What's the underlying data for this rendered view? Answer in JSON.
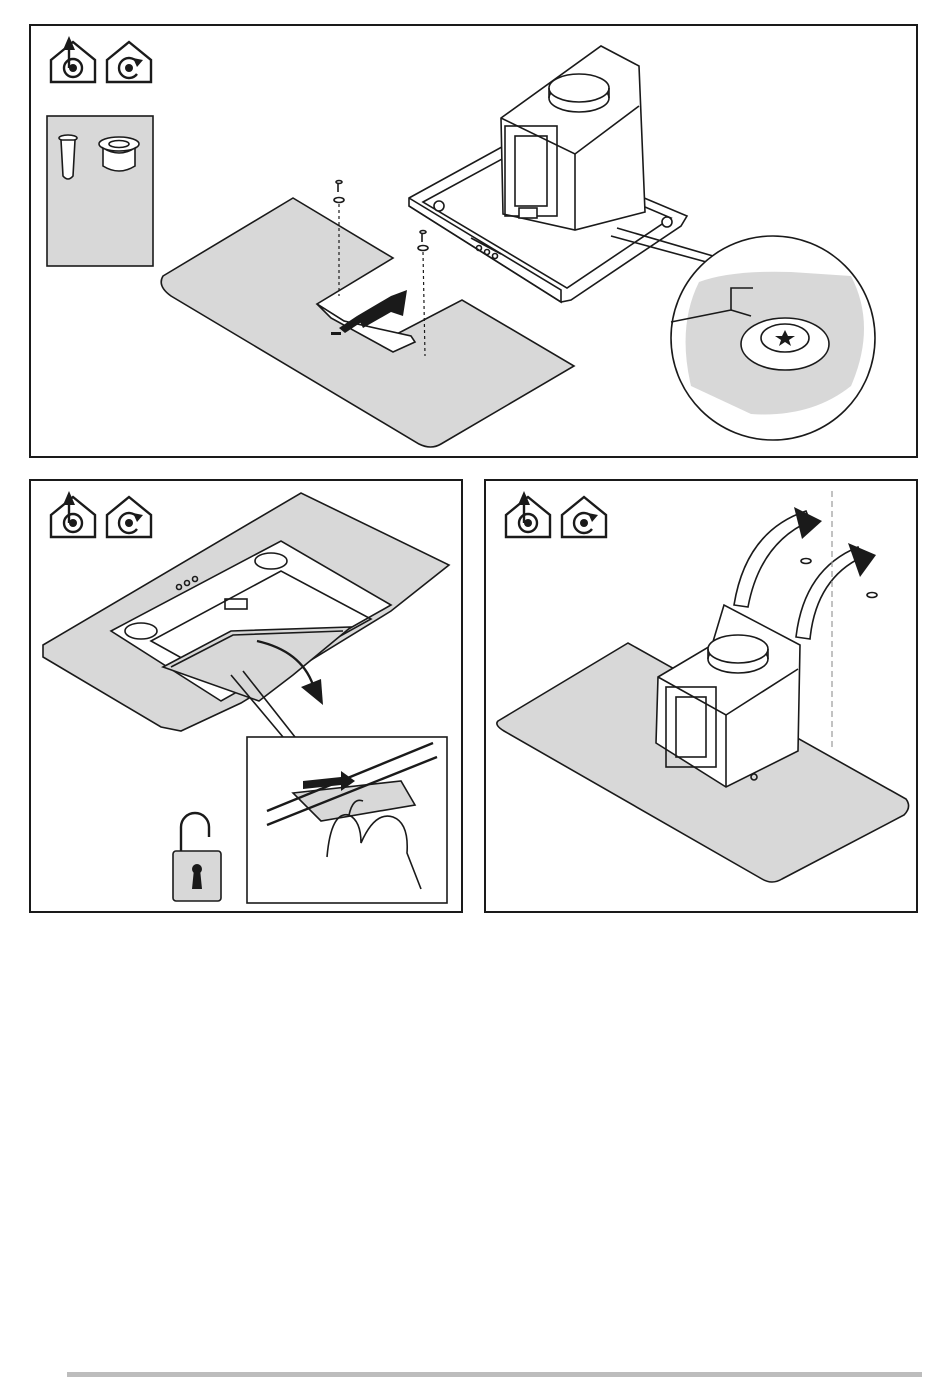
{
  "document": {
    "type": "installation-instructions-page",
    "panels": [
      {
        "id": "step-1",
        "icons": [
          "ducted-exhaust-house-icon",
          "recirculation-house-icon"
        ]
      },
      {
        "id": "step-2",
        "icons": [
          "ducted-exhaust-house-icon",
          "recirculation-house-icon",
          "unlock-padlock-icon"
        ]
      },
      {
        "id": "step-3",
        "icons": [
          "ducted-exhaust-house-icon",
          "recirculation-house-icon"
        ]
      }
    ]
  },
  "colors": {
    "line": "#1a1a1a",
    "fill_grey": "#d8d8d8",
    "footer_rule": "#bdbdbd"
  }
}
